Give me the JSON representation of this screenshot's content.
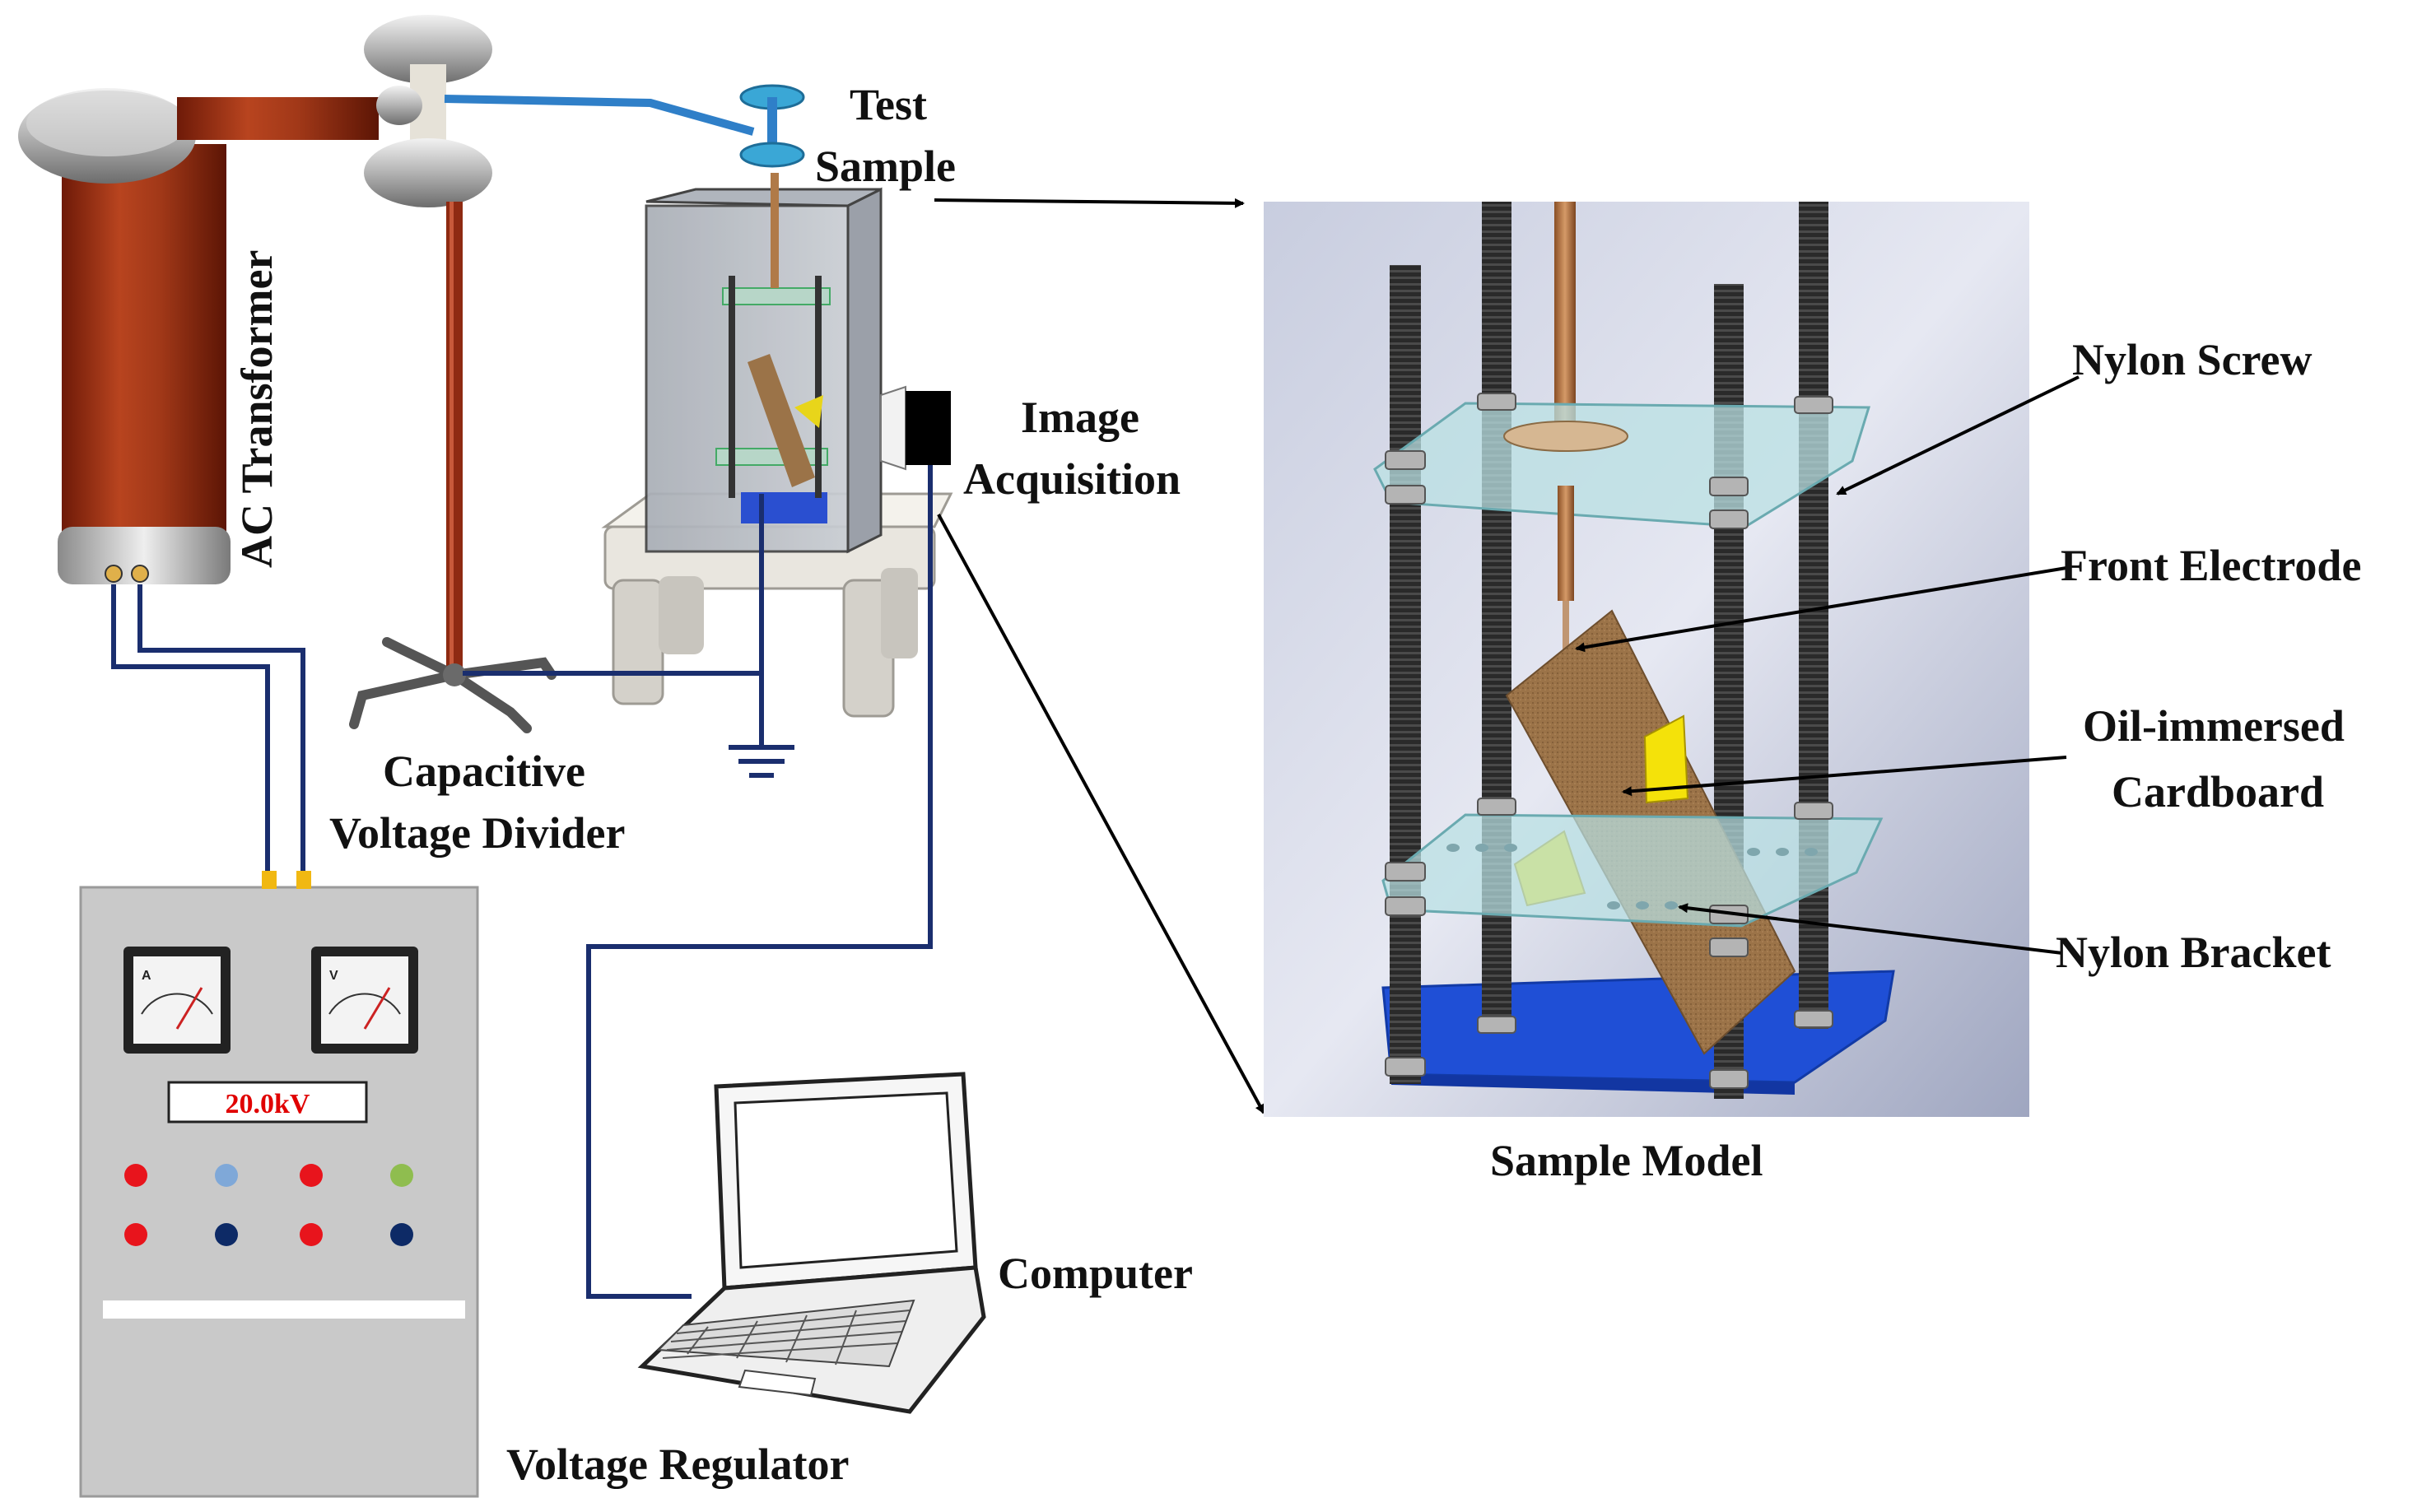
{
  "labels": {
    "ac_transformer": "AC Transformer",
    "capacitive_line1": "Capacitive",
    "capacitive_line2": "Voltage Divider",
    "test_line1": "Test",
    "test_line2": "Sample",
    "image_line1": "Image",
    "image_line2": "Acquisition",
    "computer": "Computer",
    "voltage_regulator": "Voltage Regulator",
    "sample_model": "Sample Model",
    "nylon_screw": "Nylon Screw",
    "front_electrode": "Front Electrode",
    "cardboard_line1": "Oil-immersed",
    "cardboard_line2": "Cardboard",
    "nylon_bracket": "Nylon Bracket"
  },
  "regulator": {
    "display": "20.0kV",
    "ammeter_letter": "A",
    "voltmeter_letter": "V",
    "button_colors_row1": [
      "#e8141c",
      "#7fa8d8",
      "#e8141c",
      "#8fbd4f"
    ],
    "button_colors_row2": [
      "#e8141c",
      "#0d2a66",
      "#e8141c",
      "#0d2a66"
    ]
  },
  "colors": {
    "wire": "#1a2e6e",
    "hv_wire": "#2f7fc8",
    "transformer_body": "#9a2d16",
    "base_plate": "#1f4fd6",
    "cardboard": "#9b7348",
    "bracket": "#f4e20a"
  }
}
